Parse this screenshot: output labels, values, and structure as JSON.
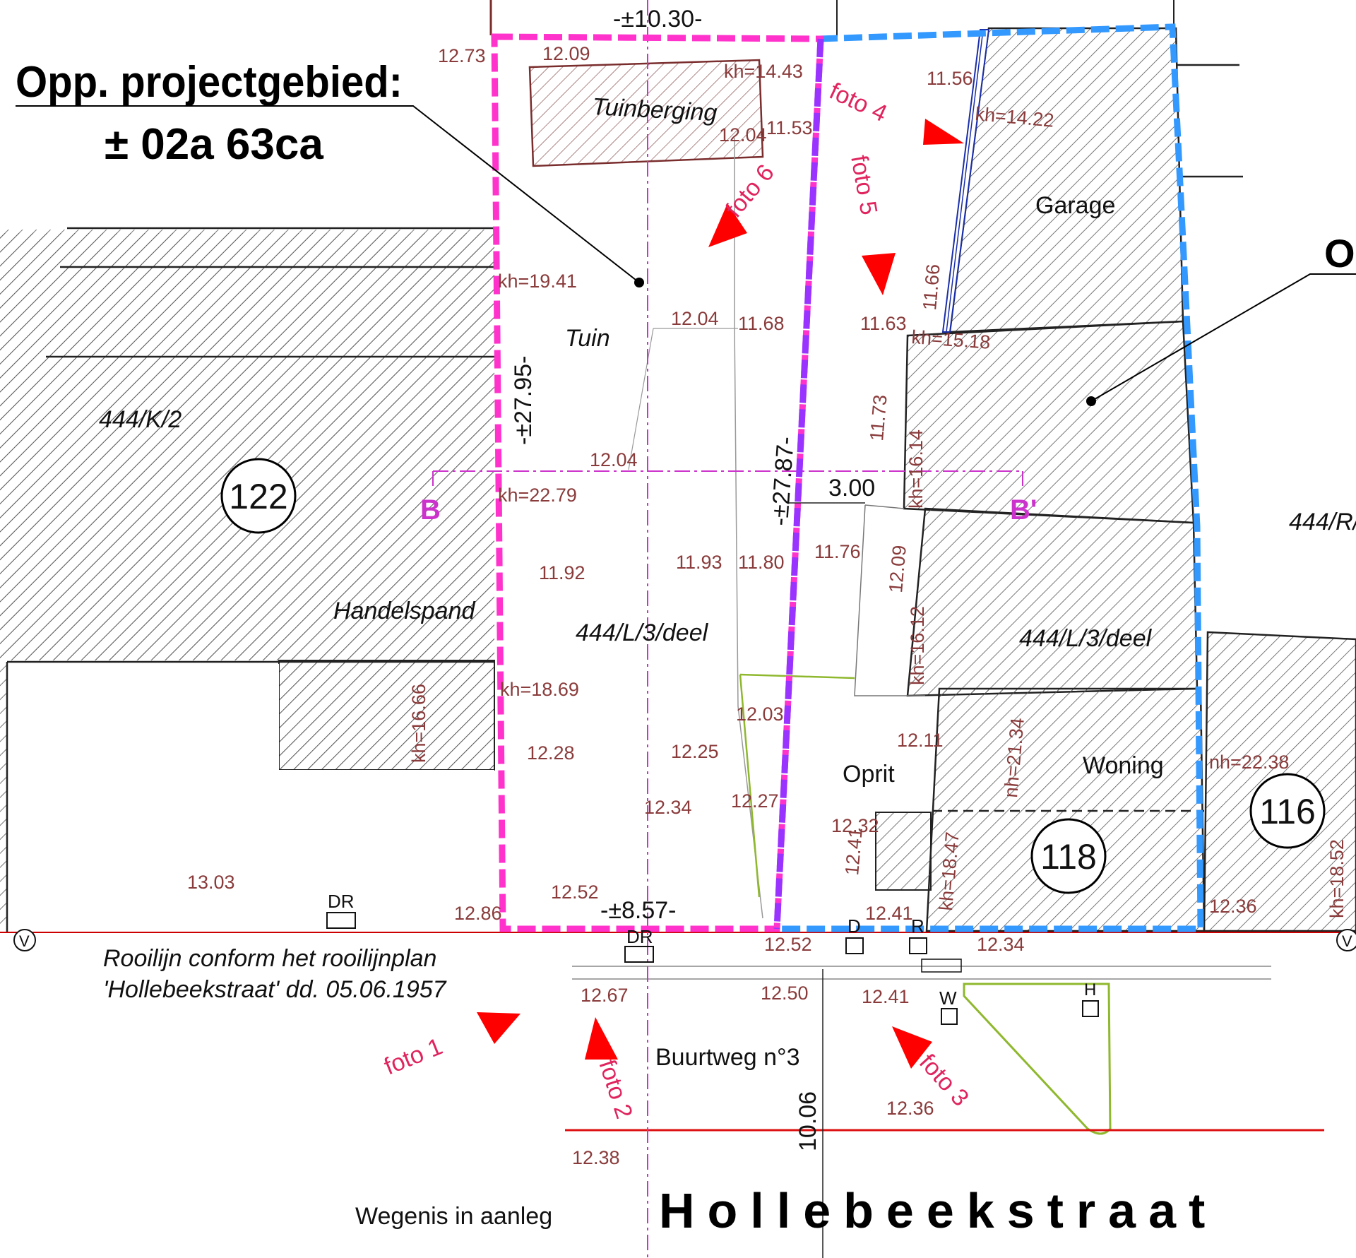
{
  "header": {
    "title_line1": "Opp. projectgebied:",
    "title_line2": "± 02a 63ca",
    "right_cut": "O"
  },
  "dimensions": {
    "top_width": "-±10.30-",
    "bottom_width": "-±8.57-",
    "left_depth": "-±27.95-",
    "right_depth": "-±27.87-",
    "driveway_width": "3.00",
    "road_width": "10.06"
  },
  "section": {
    "start": "B",
    "end": "B'"
  },
  "areas": {
    "tuinberging": "Tuinberging",
    "tuin": "Tuin",
    "garage": "Garage",
    "handelspand": "Handelspand",
    "oprit": "Oprit",
    "woning": "Woning",
    "buurtweg": "Buurtweg n°3",
    "street": "Hollebeekstraat",
    "wegenis": "Wegenis in aanleg"
  },
  "parcels": {
    "p444K2": "444/K/2",
    "p444L3_left": "444/L/3/deel",
    "p444L3_right": "444/L/3/deel",
    "p444R": "444/R/"
  },
  "house_numbers": {
    "n122": "122",
    "n118": "118",
    "n116": "116"
  },
  "rooilijn": {
    "line1": "Rooilijn conform het rooilijnplan",
    "line2": "'Hollebeekstraat' dd. 05.06.1957"
  },
  "ridge_heights": {
    "k1443": "kh=14.43",
    "k1422": "kh=14.22",
    "k1941": "kh=19.41",
    "k1518": "kh=15.18",
    "k2279": "kh=22.79",
    "k1614": "kh=16.14",
    "k1869": "kh=18.69",
    "k1612": "kh=16.12",
    "k1666": "kh=16.66",
    "n2134": "nh=21.34",
    "n2238": "nh=22.38",
    "k1847": "kh=18.47",
    "k1852": "kh=18.52"
  },
  "spot_heights": {
    "s1273": "12.73",
    "s1209": "12.09",
    "s1156": "11.56",
    "s1153": "11.53",
    "s1204a": "12.04",
    "s1166": "11.66",
    "s1204b": "12.04",
    "s1168": "11.68",
    "s1163": "11.63",
    "s1173": "11.73",
    "s1204c": "12.04",
    "s1192": "11.92",
    "s1193": "11.93",
    "s1180": "11.80",
    "s1176": "11.76",
    "s1209b": "12.09",
    "s1203": "12.03",
    "s1211": "12.11",
    "s1228": "12.28",
    "s1225": "12.25",
    "s1234a": "12.34",
    "s1227": "12.27",
    "s1232": "12.32",
    "s1241a": "12.41",
    "s1303": "13.03",
    "s1252a": "12.52",
    "s1286": "12.86",
    "s1241b": "12.41",
    "s1236a": "12.36",
    "s1252b": "12.52",
    "s1234b": "12.34",
    "s1267": "12.67",
    "s1250": "12.50",
    "s1241c": "12.41",
    "s1236b": "12.36",
    "s1238": "12.38"
  },
  "utilities": {
    "dr1": "DR",
    "dr2": "DR",
    "d": "D",
    "r": "R",
    "w": "W",
    "h": "H",
    "v1": "V",
    "v2": "V"
  },
  "photos": {
    "f1": "foto 1",
    "f2": "foto 2",
    "f3": "foto 3",
    "f4": "foto 4",
    "f5": "foto 5",
    "f6": "foto 6"
  },
  "colors": {
    "project_boundary": "#ff33cc",
    "property_boundary": "#3399ff",
    "photo_arrow": "#ff0000",
    "measure_text": "#8a3b3b",
    "rooilijn": "#cc0000",
    "green_line": "#8fb82e"
  }
}
